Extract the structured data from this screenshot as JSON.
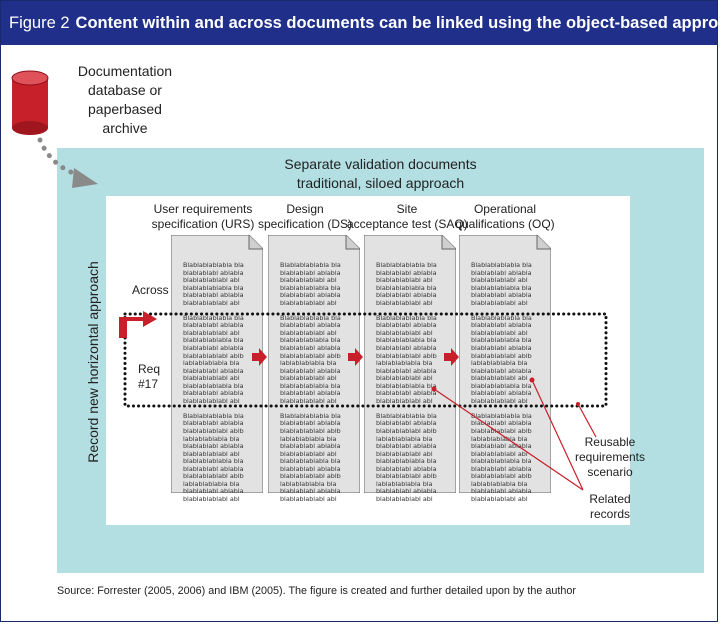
{
  "header": {
    "figure_number": "Figure 2",
    "caption": "Content within and across documents can be linked using the object-based approach."
  },
  "database": {
    "label_lines": [
      "Documentation",
      "database or",
      "paperbased",
      "archive"
    ],
    "color": "#c8202a"
  },
  "validation": {
    "title_lines": [
      "Separate validation documents",
      "traditional, siloed approach"
    ]
  },
  "vertical_label": "Record new horizontal approach",
  "columns": [
    {
      "title_lines": [
        "User requirements",
        "specification (URS)"
      ],
      "lines": [
        "Blablablablabla bla",
        "blablablabl ablabla",
        "blablablablabl abl",
        "blablablablabla bla",
        "blablablabl ablabla",
        "blablablablabl abl",
        "",
        "Blablablablabla bla",
        "blablablabl ablabla",
        "blablablablabl abl",
        "blablablablabla bla",
        "blablablabl ablabla",
        "blablablablabl ablb",
        "lablablablabla bla",
        "blablablabl ablabla",
        "blablablablabl abl",
        "blablablablabla bla",
        "blablablabl ablabla",
        "blablablablabl abl",
        "",
        "Blablablablabla bla",
        "blablablabl ablabla",
        "blablablablabl ablb",
        "lablablablabla bla",
        "blablablabl ablabla",
        "blablablablabl abl",
        "blablablablabla bla",
        "blablablabl ablabla",
        "blablablablabl ablb",
        "lablablablabla bla",
        "blablablabl ablabla",
        "blablablablabl abl"
      ]
    },
    {
      "title_lines": [
        "Design",
        "specification (DS)"
      ],
      "lines": [
        "Blablablablabla bla",
        "blablablabl ablabla",
        "blablablablabl abl",
        "blablablablabla bla",
        "blablablabl ablabla",
        "blablablablabl abl",
        "",
        "Blablablablabla bla",
        "blablablabl ablabla",
        "blablablablabl abl",
        "blablablablabla bla",
        "blablablabl ablabla",
        "blablablablabl ablb",
        "lablablablabla bla",
        "blablablabl ablabla",
        "blablablablabl abl",
        "blablablablabla bla",
        "blablablabl ablabla",
        "blablablablabl abl",
        "",
        "Blablablablabla bla",
        "blablablabl ablabla",
        "blablablablabl ablb",
        "lablablablabla bla",
        "blablablabl ablabla",
        "blablablablabl abl",
        "blablablablabla bla",
        "blablablabl ablabla",
        "blablablablabl ablb",
        "lablablablabla bla",
        "blablablabl ablabla",
        "blablablablabl abl"
      ]
    },
    {
      "title_lines": [
        "Site",
        "acceptance test (SAQ)"
      ],
      "lines": [
        "Blablablablabla bla",
        "blablablabl ablabla",
        "blablablablabl abl",
        "blablablablabla bla",
        "blablablabl ablabla",
        "blablablablabl abl",
        "",
        "Blablablablabla bla",
        "blablablabl ablabla",
        "blablablablabl abl",
        "blablablablabla bla",
        "blablablabl ablabla",
        "blablablablabl ablb",
        "lablablablabla bla",
        "blablablabl ablabla",
        "blablablablabl abl",
        "blablablablabla bla",
        "blablablabl ablabla",
        "blablablablabl abl",
        "",
        "Blablablablabla bla",
        "blablablabl ablabla",
        "blablablablabl ablb",
        "lablablablabla bla",
        "blablablabl ablabla",
        "blablablablabl abl",
        "blablablablabla bla",
        "blablablabl ablabla",
        "blablablablabl ablb",
        "lablablablabla bla",
        "blablablabl ablabla",
        "blablablablabl abl"
      ]
    },
    {
      "title_lines": [
        "Operational",
        "qualifications (OQ)"
      ],
      "lines": [
        "Blablablablabla bla",
        "blablablabl ablabla",
        "blablablablabl abl",
        "blablablablabla bla",
        "blablablabl ablabla",
        "blablablablabl abl",
        "",
        "Blablablablabla bla",
        "blablablabl ablabla",
        "blablablablabl abl",
        "blablablablabla bla",
        "blablablabl ablabla",
        "blablablablabl ablb",
        "lablablablabla bla",
        "blablablabl ablabla",
        "blablablablabl abl",
        "blablablablabla bla",
        "blablablabl ablabla",
        "blablablablabl abl",
        "",
        "Blablablablabla bla",
        "blablablabl ablabla",
        "blablablablabl ablb",
        "lablablablabla bla",
        "blablablabl ablabla",
        "blablablablabl abl",
        "blablablablabla bla",
        "blablablabl ablabla",
        "blablablablabl ablb",
        "lablablablabla bla",
        "blablablabl ablabla",
        "blablablablabl abl"
      ]
    }
  ],
  "labels": {
    "across": "Across",
    "req_lines": [
      "Req",
      "#17"
    ],
    "reusable_lines": [
      "Reusable",
      "requirements",
      "scenario"
    ],
    "related_lines": [
      "Related",
      "records"
    ]
  },
  "source": "Source: Forrester (2005, 2006) and IBM (2005). The figure is created and further detailed upon by the author",
  "colors": {
    "header_bg": "#1f2f8a",
    "teal_bg": "#b3dfe3",
    "accent_red": "#c8202a",
    "dotted_gray": "#8a8a8a"
  }
}
